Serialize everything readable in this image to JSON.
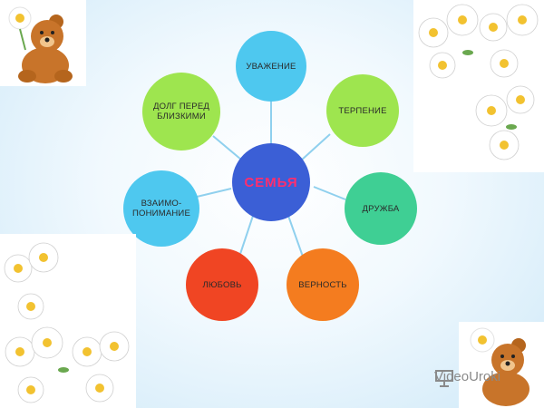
{
  "diagram": {
    "center_label": "СЕМЬЯ",
    "nodes": [
      {
        "id": "uvazhenie",
        "label": "УВАЖЕНИЕ",
        "color": "#4ec8ef"
      },
      {
        "id": "terpenie",
        "label": "ТЕРПЕНИЕ",
        "color": "#9ee54f"
      },
      {
        "id": "druzhba",
        "label": "ДРУЖБА",
        "color": "#3fcf94"
      },
      {
        "id": "vernost",
        "label": "ВЕРНОСТЬ",
        "color": "#f47c1f"
      },
      {
        "id": "lyubov",
        "label": "ЛЮБОВЬ",
        "color": "#f04523"
      },
      {
        "id": "vzaimoponimanie",
        "label": "ВЗАИМО-\nПОНИМАНИЕ",
        "color": "#4ec8ef"
      },
      {
        "id": "dolg",
        "label": "ДОЛГ ПЕРЕД\nБЛИЗКИМИ",
        "color": "#9ee54f"
      }
    ],
    "center_color": "#3b5fd6",
    "connector_color": "#8fd0ee"
  },
  "watermark": {
    "text": "VideoUroki"
  }
}
